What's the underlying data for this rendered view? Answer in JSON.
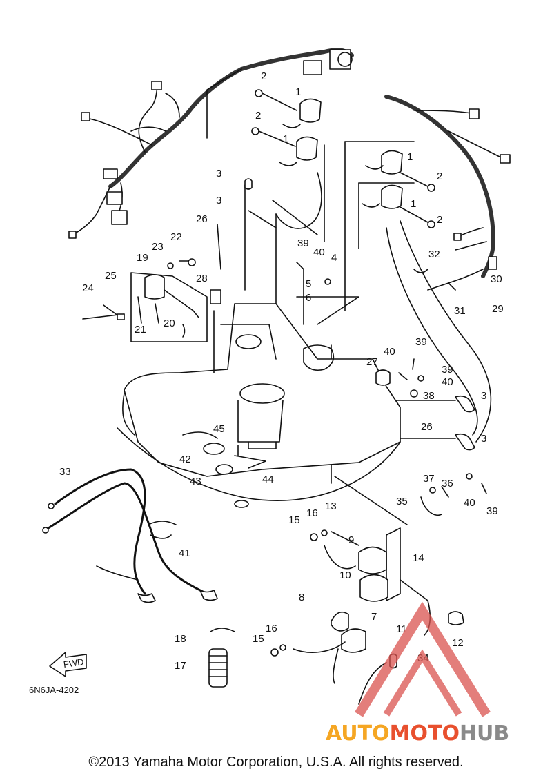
{
  "diagram": {
    "part_labels": [
      {
        "id": "p1a",
        "text": "1"
      },
      {
        "id": "p1b",
        "text": "1"
      },
      {
        "id": "p1c",
        "text": "1"
      },
      {
        "id": "p1d",
        "text": "1"
      },
      {
        "id": "p2a",
        "text": "2"
      },
      {
        "id": "p2b",
        "text": "2"
      },
      {
        "id": "p2c",
        "text": "2"
      },
      {
        "id": "p2d",
        "text": "2"
      },
      {
        "id": "p3a",
        "text": "3"
      },
      {
        "id": "p3b",
        "text": "3"
      },
      {
        "id": "p3c",
        "text": "3"
      },
      {
        "id": "p3d",
        "text": "3"
      },
      {
        "id": "p4",
        "text": "4"
      },
      {
        "id": "p5",
        "text": "5"
      },
      {
        "id": "p6",
        "text": "6"
      },
      {
        "id": "p7",
        "text": "7"
      },
      {
        "id": "p8",
        "text": "8"
      },
      {
        "id": "p9",
        "text": "9"
      },
      {
        "id": "p10",
        "text": "10"
      },
      {
        "id": "p11",
        "text": "11"
      },
      {
        "id": "p12",
        "text": "12"
      },
      {
        "id": "p13",
        "text": "13"
      },
      {
        "id": "p14",
        "text": "14"
      },
      {
        "id": "p15a",
        "text": "15"
      },
      {
        "id": "p15b",
        "text": "15"
      },
      {
        "id": "p16a",
        "text": "16"
      },
      {
        "id": "p16b",
        "text": "16"
      },
      {
        "id": "p17",
        "text": "17"
      },
      {
        "id": "p18",
        "text": "18"
      },
      {
        "id": "p19",
        "text": "19"
      },
      {
        "id": "p20",
        "text": "20"
      },
      {
        "id": "p21",
        "text": "21"
      },
      {
        "id": "p22",
        "text": "22"
      },
      {
        "id": "p23",
        "text": "23"
      },
      {
        "id": "p24",
        "text": "24"
      },
      {
        "id": "p25",
        "text": "25"
      },
      {
        "id": "p26a",
        "text": "26"
      },
      {
        "id": "p26b",
        "text": "26"
      },
      {
        "id": "p27",
        "text": "27"
      },
      {
        "id": "p28",
        "text": "28"
      },
      {
        "id": "p29",
        "text": "29"
      },
      {
        "id": "p30",
        "text": "30"
      },
      {
        "id": "p31",
        "text": "31"
      },
      {
        "id": "p32",
        "text": "32"
      },
      {
        "id": "p33",
        "text": "33"
      },
      {
        "id": "p34",
        "text": "34"
      },
      {
        "id": "p35",
        "text": "35"
      },
      {
        "id": "p36",
        "text": "36"
      },
      {
        "id": "p37",
        "text": "37"
      },
      {
        "id": "p38",
        "text": "38"
      },
      {
        "id": "p39a",
        "text": "39"
      },
      {
        "id": "p39b",
        "text": "39"
      },
      {
        "id": "p39c",
        "text": "39"
      },
      {
        "id": "p39d",
        "text": "39"
      },
      {
        "id": "p40a",
        "text": "40"
      },
      {
        "id": "p40b",
        "text": "40"
      },
      {
        "id": "p40c",
        "text": "40"
      },
      {
        "id": "p40d",
        "text": "40"
      },
      {
        "id": "p41",
        "text": "41"
      },
      {
        "id": "p42",
        "text": "42"
      },
      {
        "id": "p43",
        "text": "43"
      },
      {
        "id": "p44",
        "text": "44"
      },
      {
        "id": "p45",
        "text": "45"
      }
    ],
    "fwd_label": "FWD",
    "drawing_code": "6N6JA-4202"
  },
  "watermark": {
    "part1": "AUTO",
    "part2": "MOTO",
    "part3": "HUB",
    "colors": {
      "auto": "#f5a623",
      "moto": "#e8502e",
      "hub": "#8a8a8a",
      "triangle": "#d9534f"
    }
  },
  "footer": {
    "copyright": "©2013 Yamaha Motor Corporation, U.S.A. All rights reserved."
  }
}
